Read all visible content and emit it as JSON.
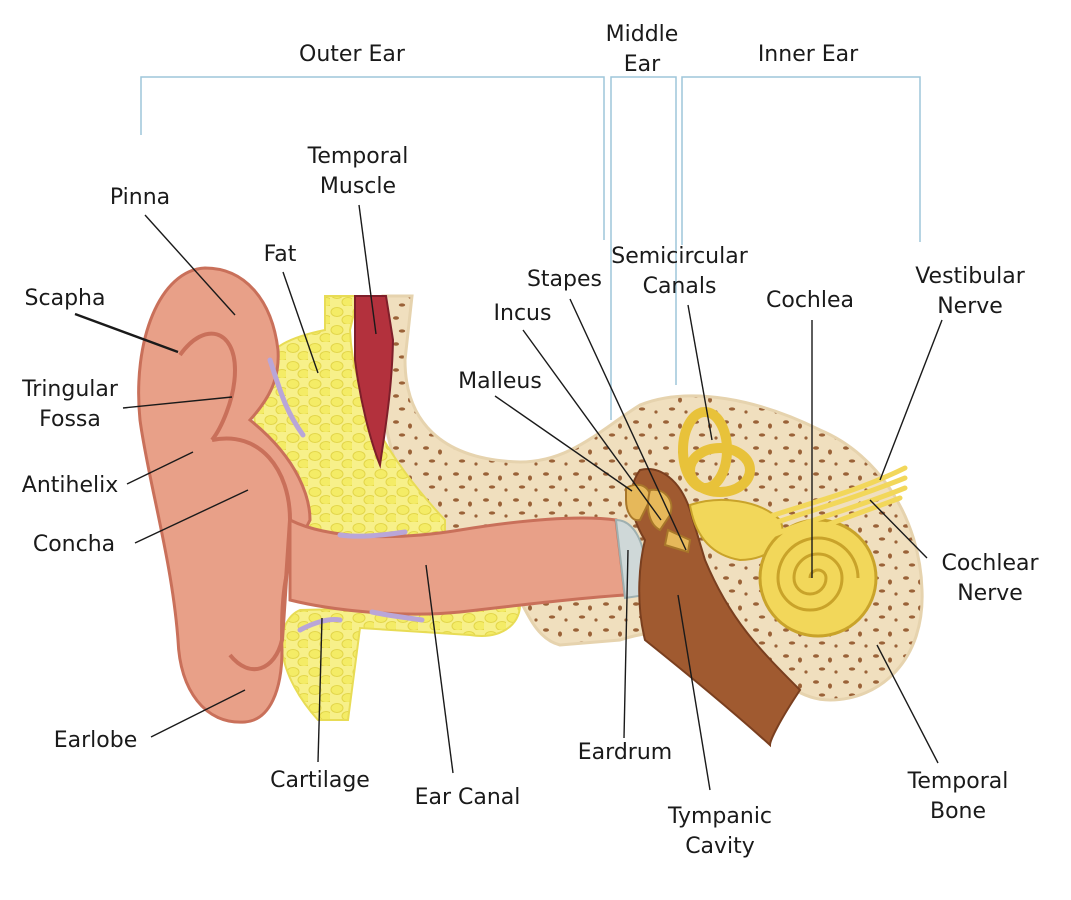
{
  "sections": {
    "outer": "Outer Ear",
    "middle": [
      "Middle",
      "Ear"
    ],
    "inner": "Inner Ear"
  },
  "labels": {
    "pinna": "Pinna",
    "scapha": "Scapha",
    "tringular_fossa": [
      "Tringular",
      "Fossa"
    ],
    "antihelix": "Antihelix",
    "concha": "Concha",
    "earlobe": "Earlobe",
    "temporal_muscle": [
      "Temporal",
      "Muscle"
    ],
    "fat": "Fat",
    "cartilage": "Cartilage",
    "ear_canal": "Ear Canal",
    "malleus": "Malleus",
    "incus": "Incus",
    "stapes": "Stapes",
    "semicircular_canals": [
      "Semicircular",
      "Canals"
    ],
    "cochlea": "Cochlea",
    "vestibular_nerve": [
      "Vestibular",
      "Nerve"
    ],
    "cochlear_nerve": [
      "Cochlear",
      "Nerve"
    ],
    "eardrum": "Eardrum",
    "tympanic_cavity": [
      "Tympanic",
      "Cavity"
    ],
    "temporal_bone": [
      "Temporal",
      "Bone"
    ]
  },
  "colors": {
    "skin": "#e8a088",
    "skin_dark": "#c9705a",
    "fat": "#f3ec6a",
    "bone": "#f3e3c4",
    "bone_spot": "#8a5532",
    "muscle": "#b3313d",
    "inner_ear": "#f2d75a",
    "cavity": "#a05a30",
    "bracket": "#9ec6da",
    "leader": "#1a1a1a"
  }
}
